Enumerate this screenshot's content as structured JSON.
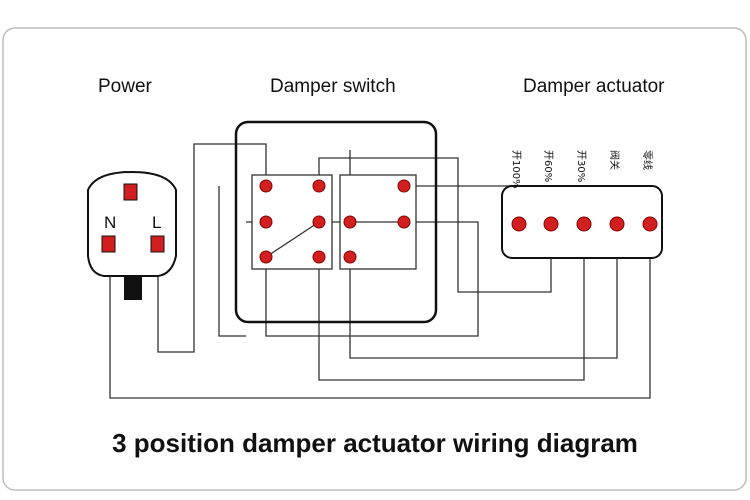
{
  "labels": {
    "power": "Power",
    "switch": "Damper switch",
    "actuator": "Damper actuator",
    "plug_n": "N",
    "plug_l": "L"
  },
  "terminals": [
    "开100%",
    "开60%",
    "开30%",
    "阀关",
    "零线"
  ],
  "title": "3 position damper actuator wiring diagram",
  "colors": {
    "terminal_dot": "#d11f1f",
    "wire": "#333333"
  }
}
